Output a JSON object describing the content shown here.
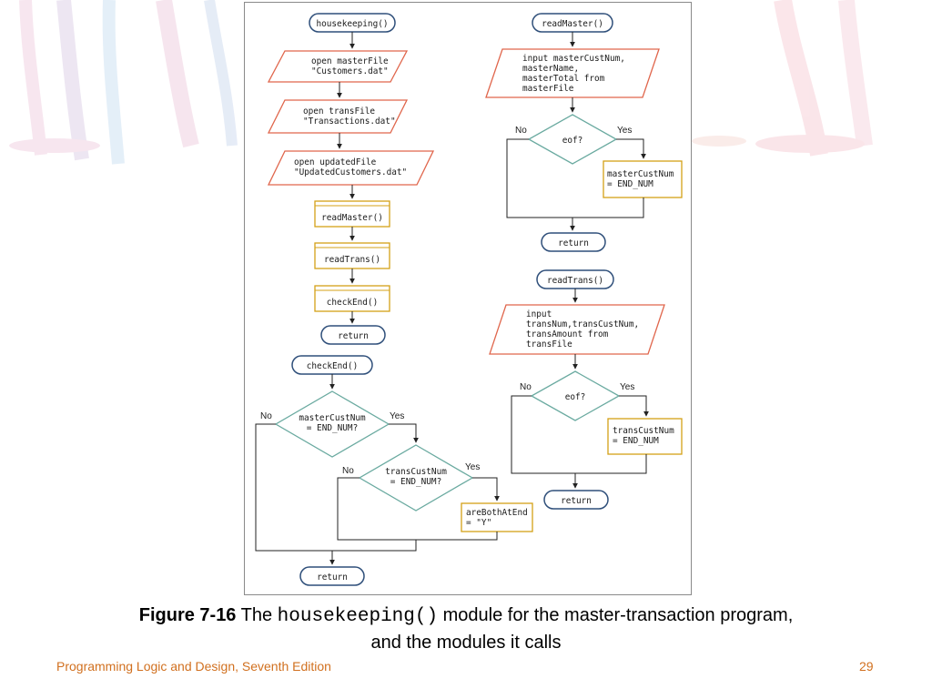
{
  "diagram": {
    "housekeeping": {
      "start": "housekeeping()",
      "step1": [
        "open masterFile",
        "\"Customers.dat\""
      ],
      "step2": [
        "open transFile",
        "\"Transactions.dat\""
      ],
      "step3": [
        "open updatedFile",
        "\"UpdatedCustomers.dat\""
      ],
      "call1": "readMaster()",
      "call2": "readTrans()",
      "call3": "checkEnd()",
      "end": "return"
    },
    "checkEnd": {
      "start": "checkEnd()",
      "decision1": [
        "masterCustNum",
        "= END_NUM?"
      ],
      "decision2": [
        "transCustNum",
        "= END_NUM?"
      ],
      "action": [
        "areBothAtEnd",
        "= \"Y\""
      ],
      "end": "return"
    },
    "readMaster": {
      "start": "readMaster()",
      "input": [
        "input masterCustNum,",
        "masterName,",
        "masterTotal from",
        "masterFile"
      ],
      "decision": "eof?",
      "action": [
        "masterCustNum",
        "= END_NUM"
      ],
      "end": "return"
    },
    "readTrans": {
      "start": "readTrans()",
      "input": [
        "input",
        "transNum,transCustNum,",
        "transAmount from",
        "transFile"
      ],
      "decision": "eof?",
      "action": [
        "transCustNum",
        "= END_NUM"
      ],
      "end": "return"
    },
    "labels": {
      "no": "No",
      "yes": "Yes"
    }
  },
  "caption": {
    "figure": "Figure 7-16",
    "pre": " The ",
    "code": "housekeeping()",
    "post": " module for the master-transaction program,",
    "line2": "and the modules it calls"
  },
  "footer": {
    "book": "Programming Logic and Design, Seventh Edition",
    "page": "29"
  },
  "colors": {
    "terminal": "#2f4f7a",
    "io": "#e0664c",
    "process": "#d4a017",
    "decision": "#6aaaa0",
    "footer": "#d1701f"
  }
}
